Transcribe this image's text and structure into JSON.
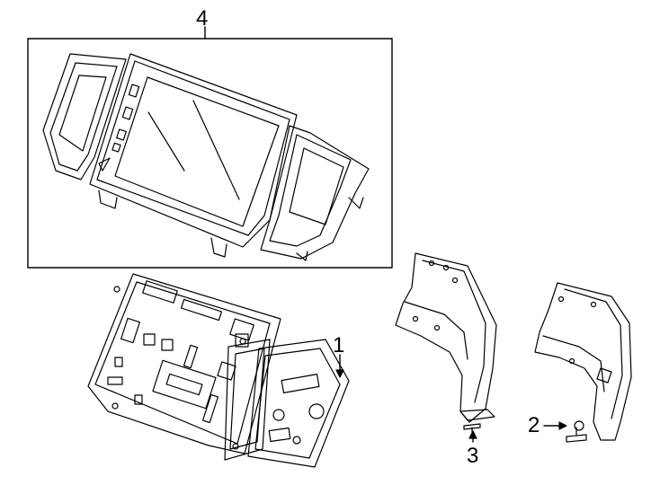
{
  "callouts": {
    "display_assembly": "4",
    "control_unit": "1",
    "bracket_left": "3",
    "bracket_right": "2"
  },
  "colors": {
    "line": "#000000",
    "background": "#ffffff"
  }
}
